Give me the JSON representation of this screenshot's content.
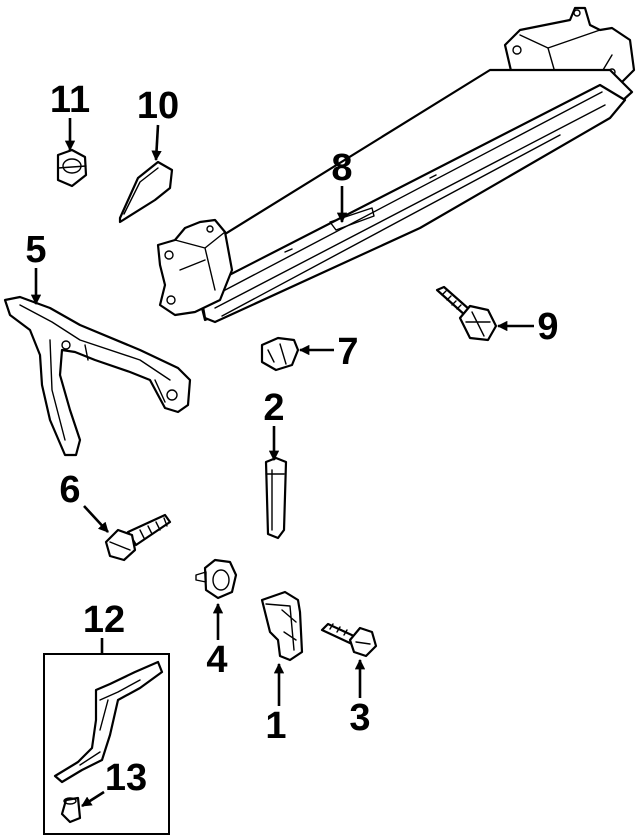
{
  "diagram": {
    "callouts": [
      {
        "id": "c1",
        "label": "1"
      },
      {
        "id": "c2",
        "label": "2"
      },
      {
        "id": "c3",
        "label": "3"
      },
      {
        "id": "c4",
        "label": "4"
      },
      {
        "id": "c5",
        "label": "5"
      },
      {
        "id": "c6",
        "label": "6"
      },
      {
        "id": "c7",
        "label": "7"
      },
      {
        "id": "c8",
        "label": "8"
      },
      {
        "id": "c9",
        "label": "9"
      },
      {
        "id": "c10",
        "label": "10"
      },
      {
        "id": "c11",
        "label": "11"
      },
      {
        "id": "c12",
        "label": "12"
      },
      {
        "id": "c13",
        "label": "13"
      }
    ]
  },
  "colors": {
    "line": "#000000",
    "background": "#ffffff"
  }
}
